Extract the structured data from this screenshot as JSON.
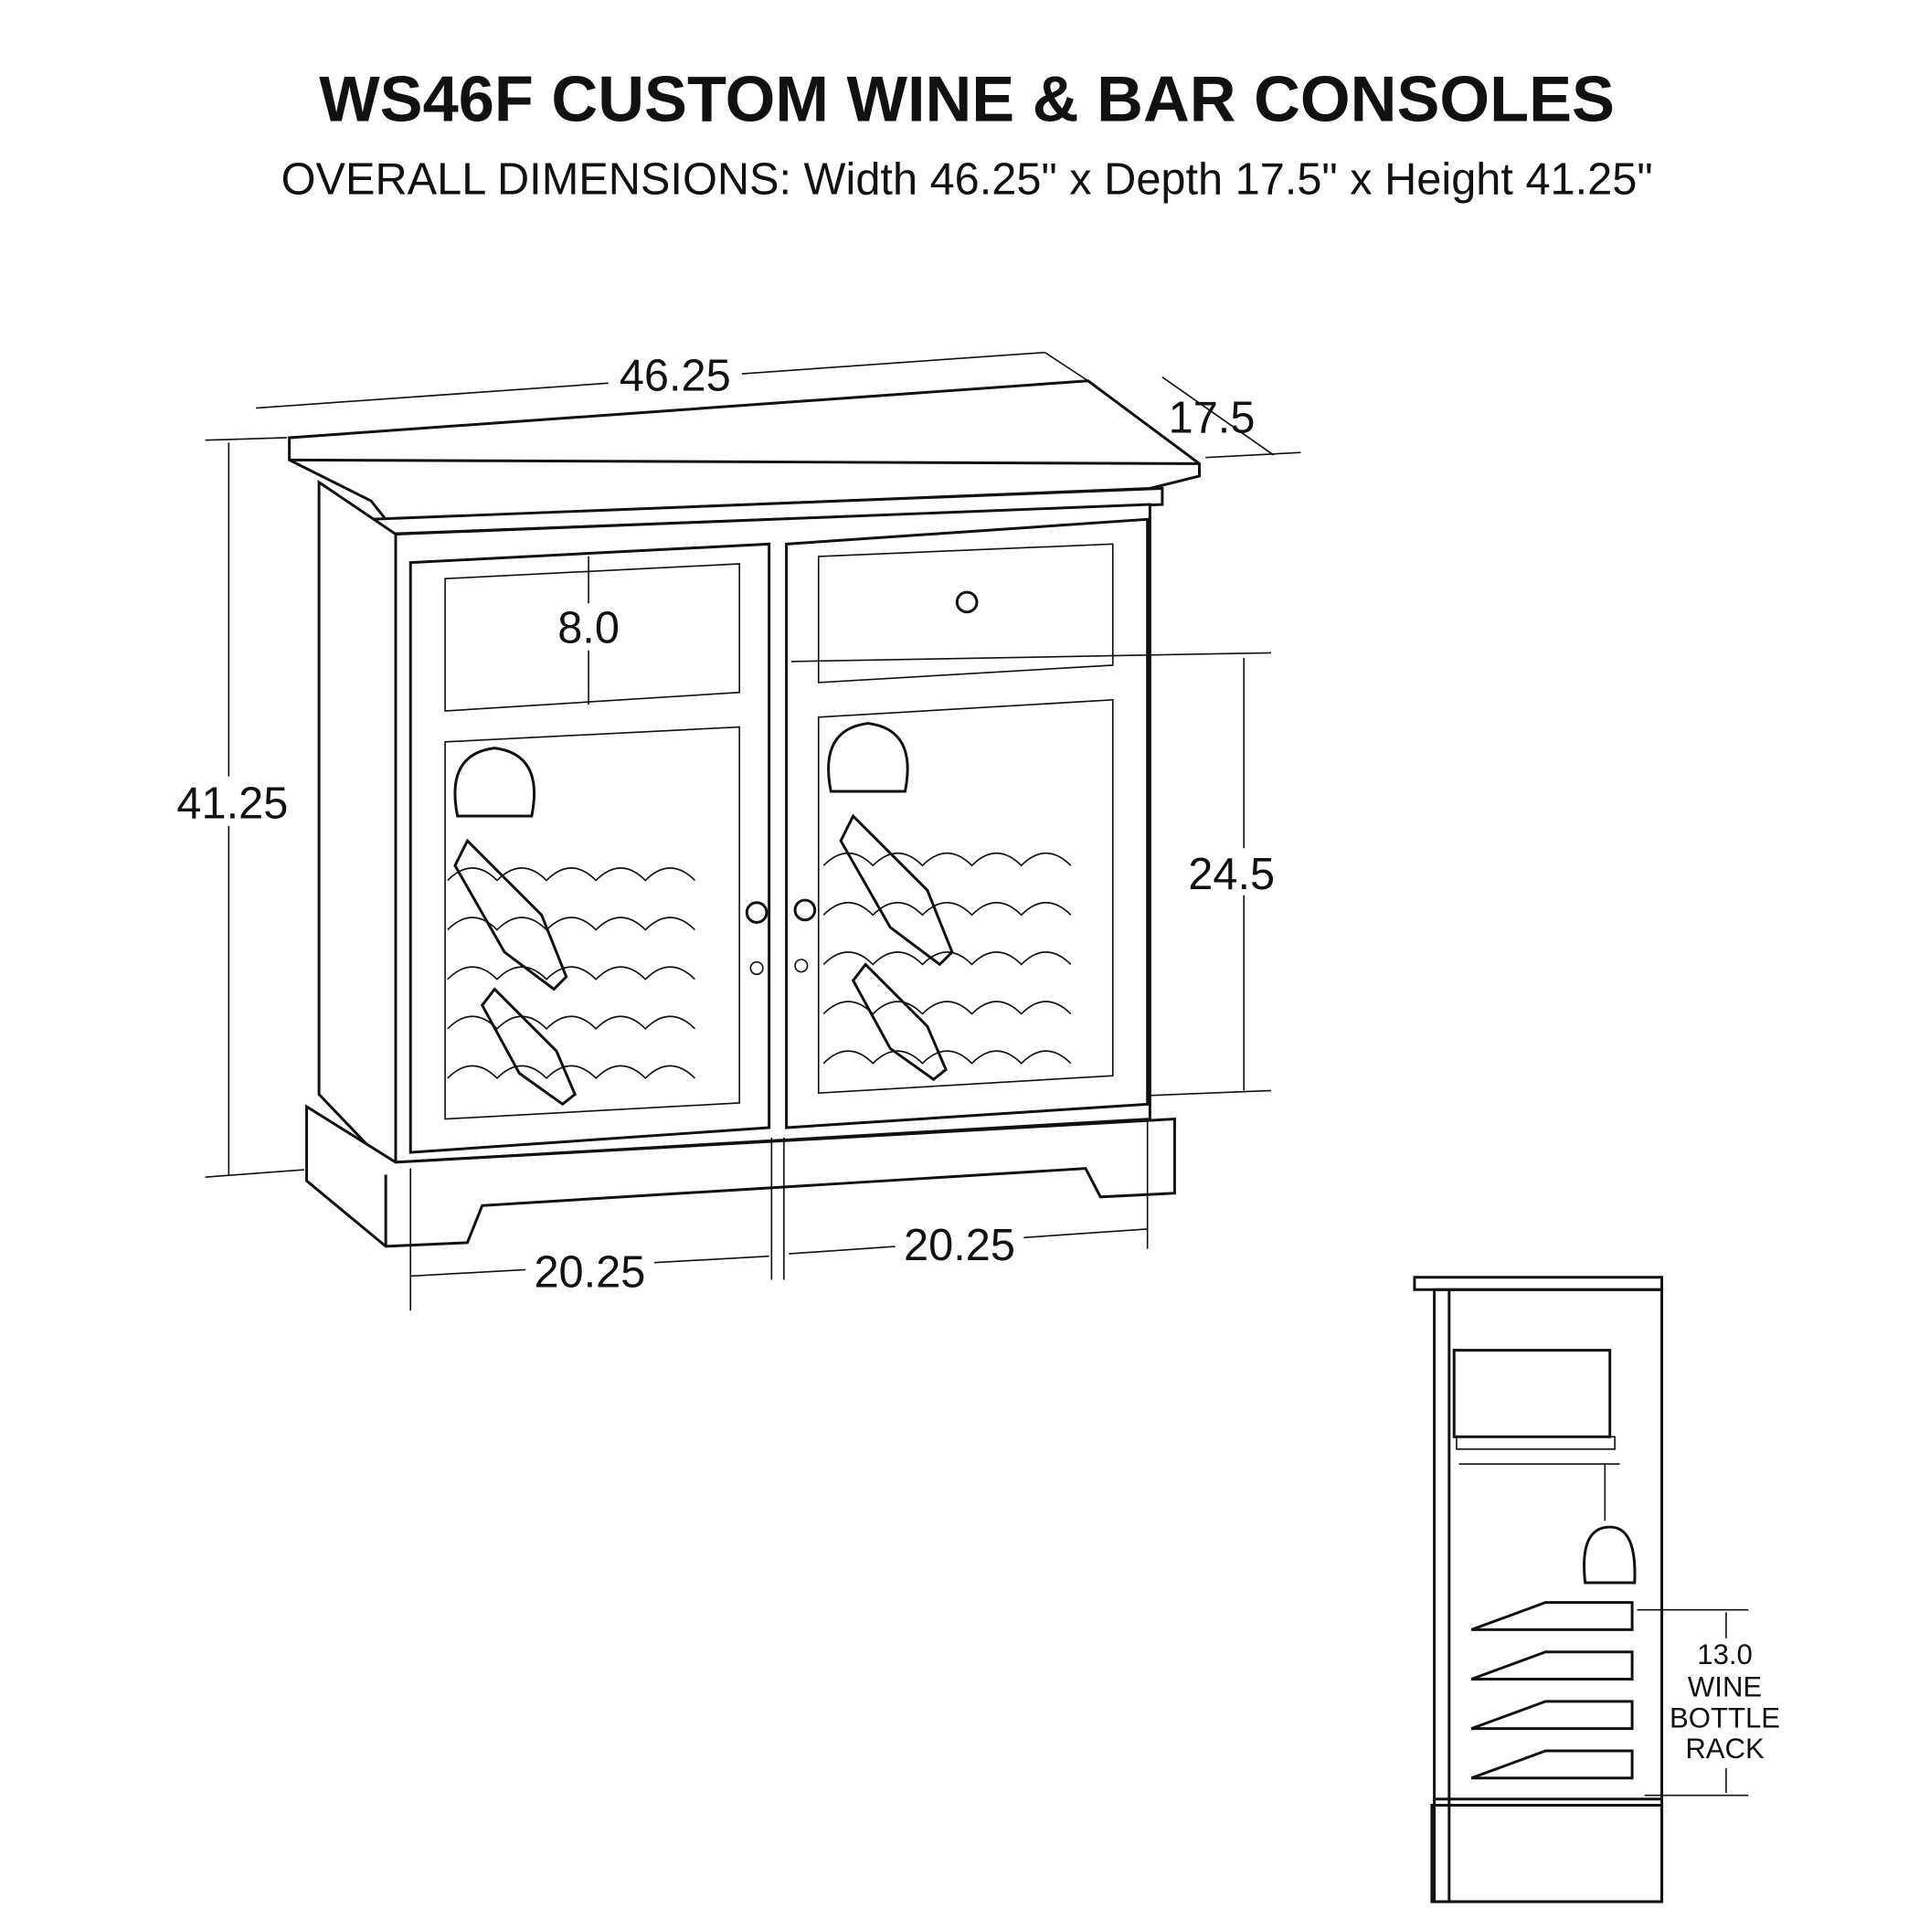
{
  "title": "WS46F CUSTOM WINE & BAR CONSOLES",
  "subtitle": "OVERALL DIMENSIONS: Width 46.25\" x Depth 17.5\" x Height 41.25\"",
  "front_view": {
    "width": "46.25",
    "depth": "17.5",
    "height": "41.25",
    "drawer_height": "8.0",
    "door_section_height": "24.5",
    "left_door_width": "20.25",
    "right_door_width": "20.25"
  },
  "side_view": {
    "rack_height": "13.0",
    "rack_label_1": "WINE",
    "rack_label_2": "BOTTLE",
    "rack_label_3": "RACK"
  }
}
